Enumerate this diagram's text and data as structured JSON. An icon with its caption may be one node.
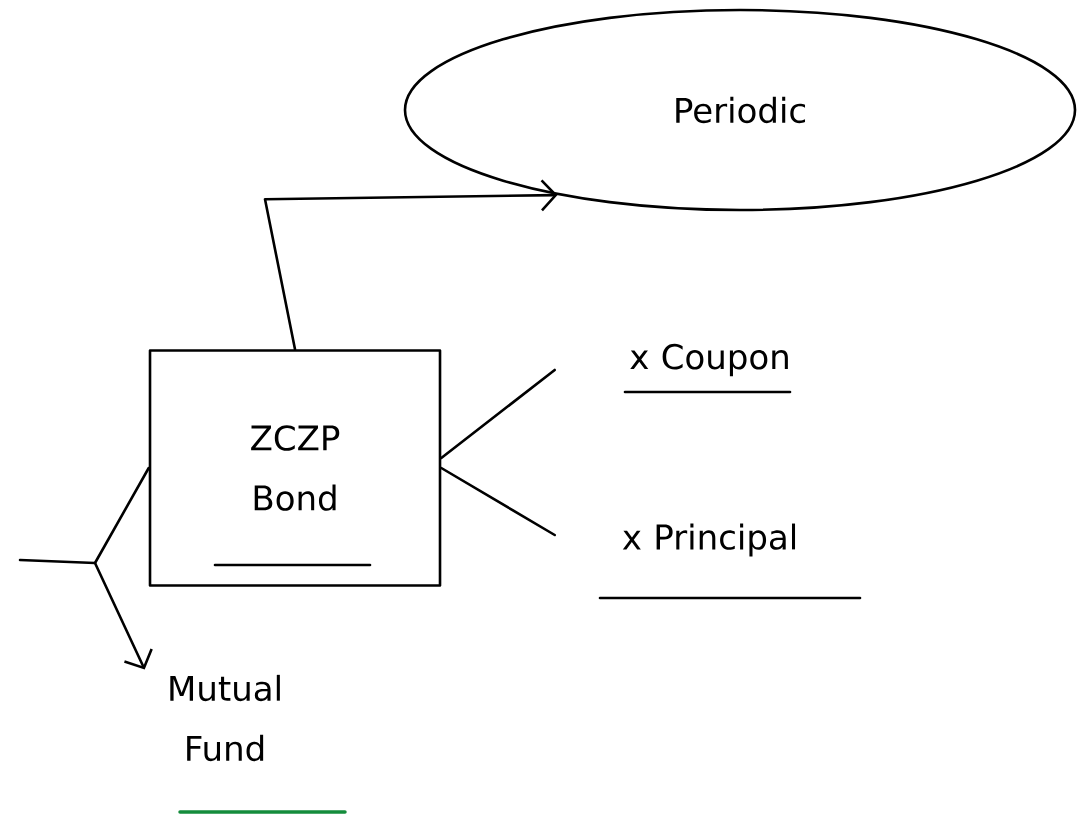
{
  "diagram": {
    "nodes": [
      {
        "text": [
          "Periodic"
        ]
      },
      {
        "text": [
          "ZCZP",
          "Bond"
        ]
      },
      {
        "text": [
          "x Coupon"
        ]
      },
      {
        "text": [
          "x Principal"
        ]
      },
      {
        "text": [
          "Mutual Fund"
        ]
      }
    ],
    "edges": [
      {
        "from": 1,
        "to": 0,
        "arrow": "to"
      },
      {
        "from": 1,
        "to": 2,
        "arrow": "none"
      },
      {
        "from": 1,
        "to": 3,
        "arrow": "none"
      },
      {
        "from": null,
        "to": 1,
        "arrow": "none"
      },
      {
        "from": 1,
        "to": 4,
        "arrow": "to"
      }
    ]
  }
}
